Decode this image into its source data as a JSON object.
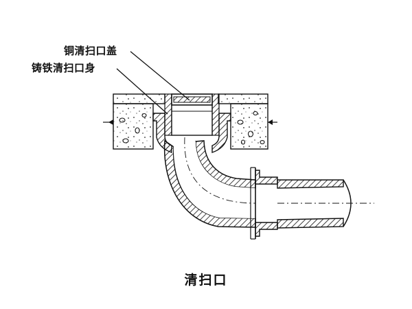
{
  "labels": {
    "cover": "铜清扫口盖",
    "body": "铸铁清扫口身"
  },
  "caption": "清扫口",
  "colors": {
    "line": "#111111",
    "background": "#ffffff",
    "concrete": "#ffffff",
    "pipe_inner": "#ffffff"
  }
}
